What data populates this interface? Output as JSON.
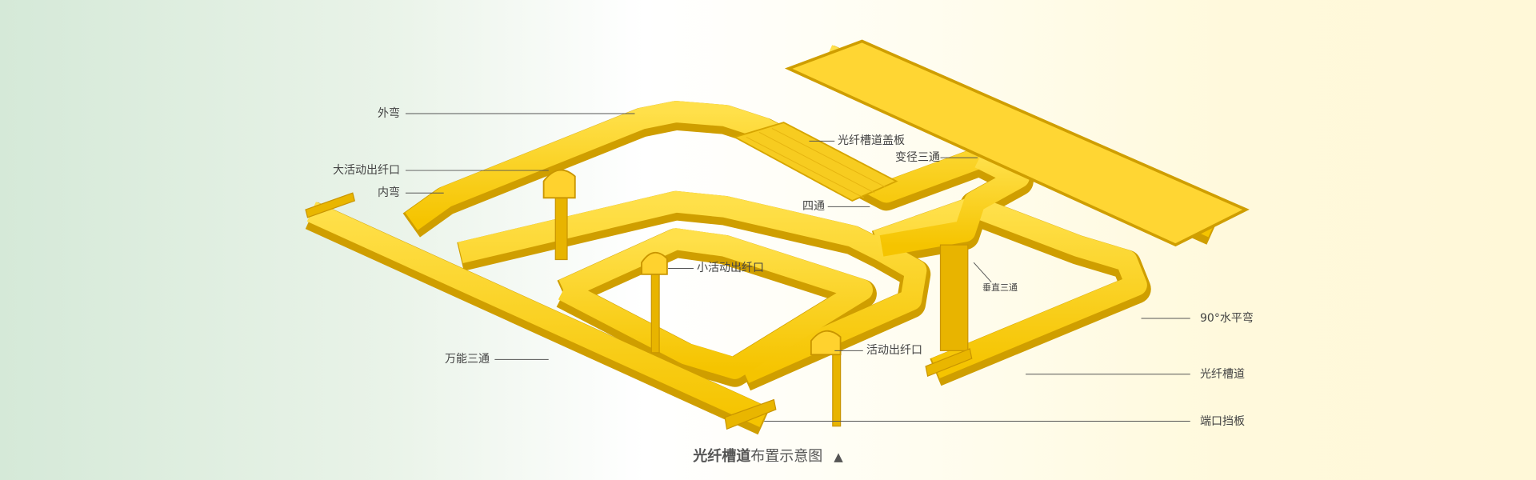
{
  "labels": {
    "outer_bend": "外弯",
    "large_fiber_outlet": "大活动出纤口",
    "inner_bend": "内弯",
    "universal_tee": "万能三通",
    "trough_cover": "光纤槽道盖板",
    "reducing_tee": "变径三通",
    "cross": "四通",
    "small_fiber_outlet": "小活动出纤口",
    "fiber_outlet": "活动出纤口",
    "vertical_tee": "垂直三通",
    "horizontal_bend_90": "90°水平弯",
    "fiber_trough": "光纤槽道",
    "end_cap": "端口挡板"
  },
  "caption": {
    "bold": "光纤槽道",
    "normal": "布置示意图",
    "icon": "triangle-up-icon"
  },
  "colors": {
    "tray": "#ffd22e",
    "tray_edge": "#d9a800",
    "leader": "#555555"
  }
}
